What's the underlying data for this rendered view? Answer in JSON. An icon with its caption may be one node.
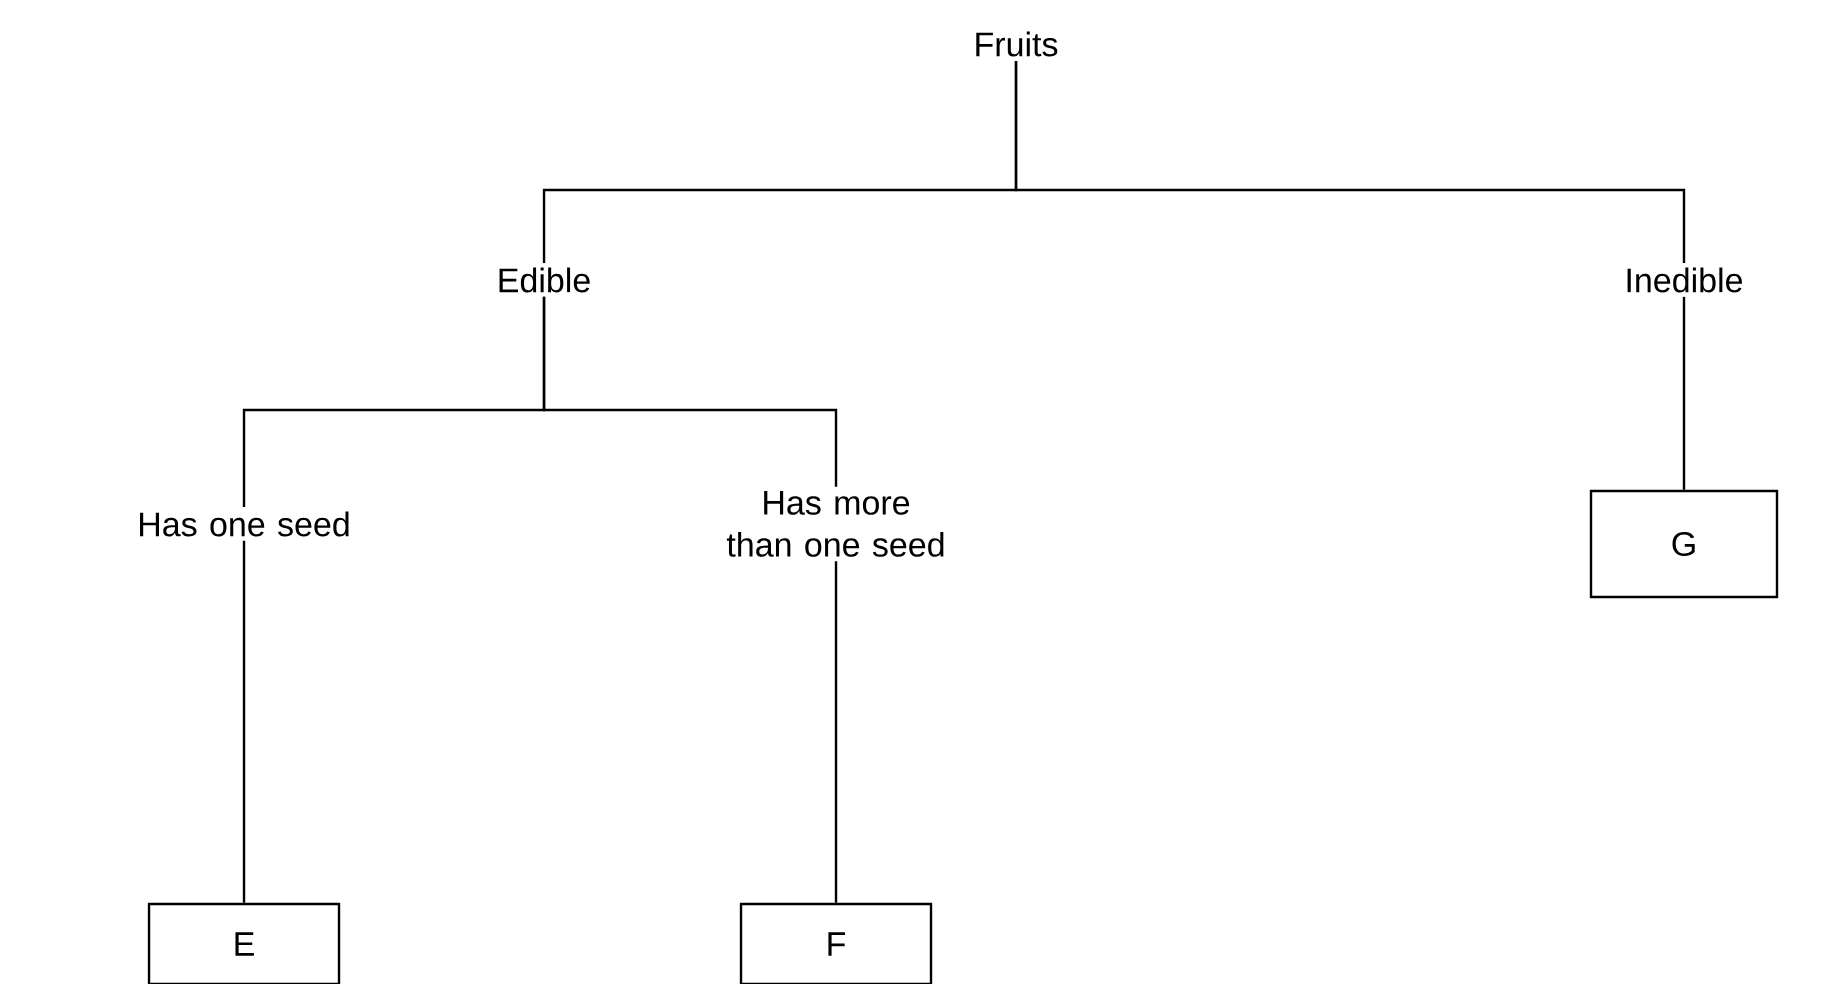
{
  "diagram": {
    "nodes": [
      {
        "text": [
          "Fruits"
        ]
      },
      {
        "text": [
          "Edible"
        ]
      },
      {
        "text": [
          "Inedible"
        ]
      },
      {
        "text": [
          "Has one seed"
        ]
      },
      {
        "text": [
          "Has more than one seed"
        ]
      },
      {
        "text": [
          "E"
        ]
      },
      {
        "text": [
          "F"
        ]
      },
      {
        "text": [
          "G"
        ]
      }
    ],
    "edges": [
      {
        "from": 0,
        "to": 1,
        "arrow": "none"
      },
      {
        "from": 0,
        "to": 2,
        "arrow": "none"
      },
      {
        "from": 1,
        "to": 3,
        "arrow": "none"
      },
      {
        "from": 1,
        "to": 4,
        "arrow": "none"
      },
      {
        "from": 3,
        "to": 5,
        "arrow": "none"
      },
      {
        "from": 4,
        "to": 6,
        "arrow": "none"
      },
      {
        "from": 2,
        "to": 7,
        "arrow": "none"
      }
    ]
  }
}
